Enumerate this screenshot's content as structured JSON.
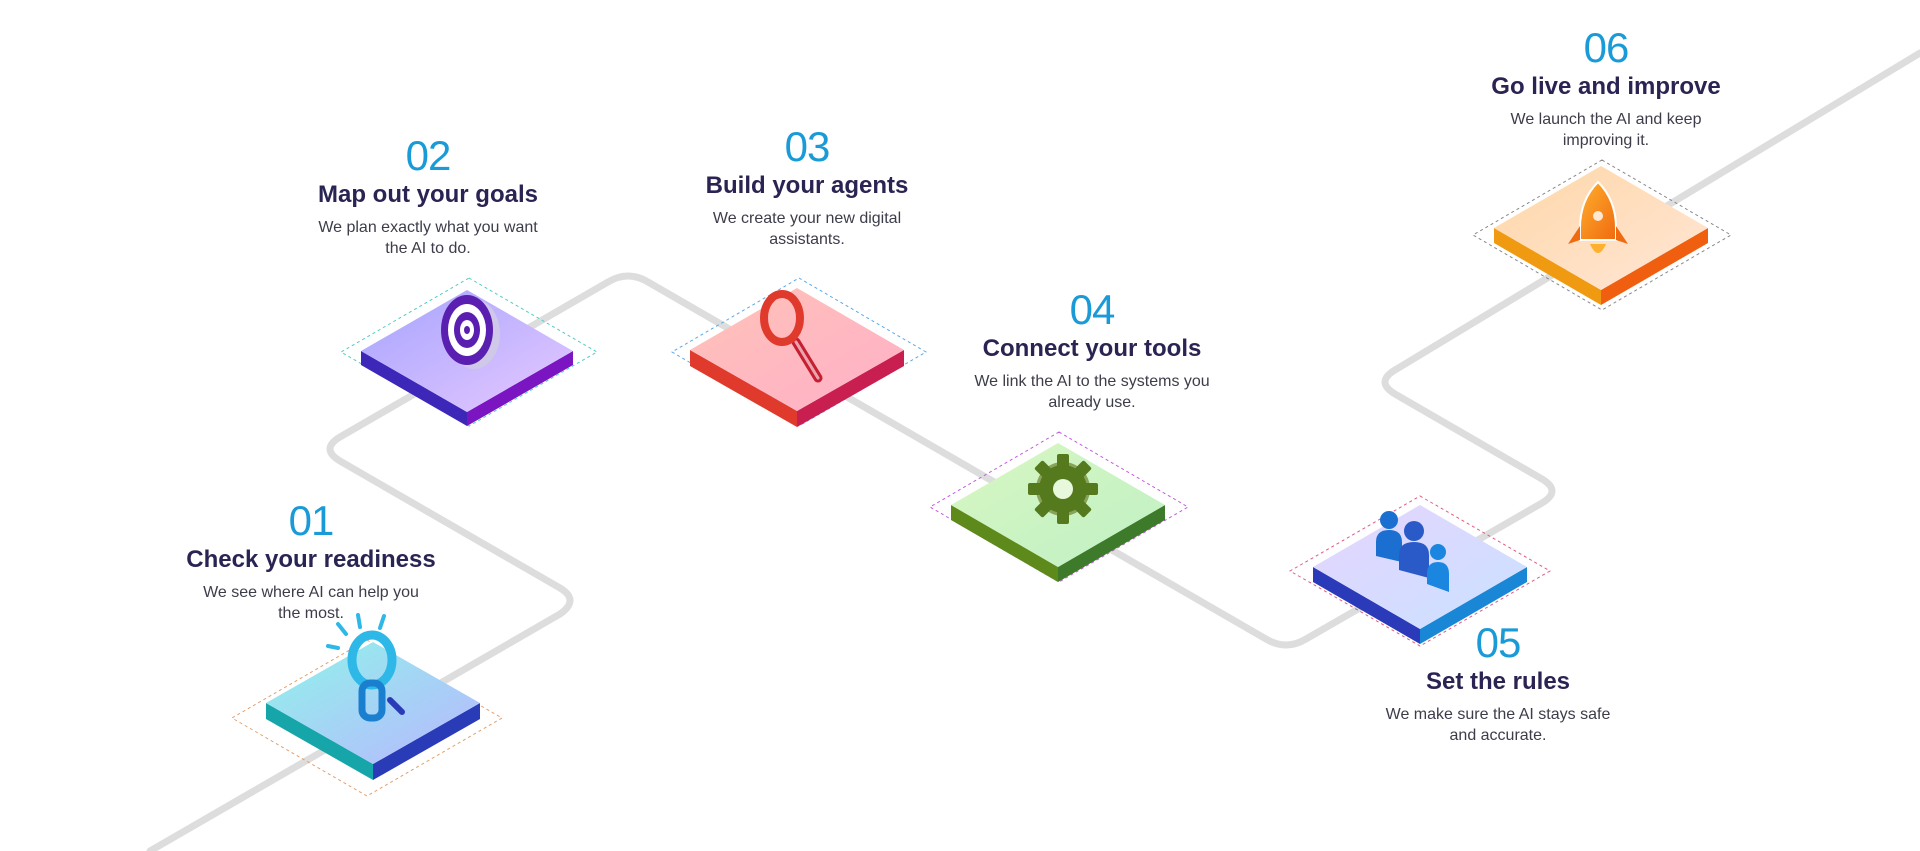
{
  "accent_number_color": "#1a9ad6",
  "title_color": "#2a2453",
  "path_color": "#dddddd",
  "steps": [
    {
      "number": "01",
      "title": "Check your readiness",
      "description": "We see where AI can help you the most.",
      "icon": "lightbulb-icon",
      "tile_colors": {
        "from": "#8ff4ea",
        "to": "#b9b6ff",
        "edge_left": "#16a5a8",
        "edge_right": "#2a3bb8"
      }
    },
    {
      "number": "02",
      "title": "Map out your goals",
      "description": "We plan exactly what you want the AI to do.",
      "icon": "target-icon",
      "tile_colors": {
        "from": "#a6a3ff",
        "to": "#e6c9ff",
        "edge_left": "#3c27b8",
        "edge_right": "#7b15c1"
      }
    },
    {
      "number": "03",
      "title": "Build your agents",
      "description": "We create your new digital assistants.",
      "icon": "magnifier-icon",
      "tile_colors": {
        "from": "#ffc2b8",
        "to": "#ffb0c8",
        "edge_left": "#e03a2c",
        "edge_right": "#c81e50"
      }
    },
    {
      "number": "04",
      "title": "Connect your tools",
      "description": "We link the AI to the systems you already use.",
      "icon": "gear-icon",
      "tile_colors": {
        "from": "#d8f7c2",
        "to": "#c8f5c8",
        "edge_left": "#5e8a1c",
        "edge_right": "#3d7a2a"
      }
    },
    {
      "number": "05",
      "title": "Set the rules",
      "description": "We make sure the AI stays safe and accurate.",
      "icon": "team-icon",
      "tile_colors": {
        "from": "#e6d4ff",
        "to": "#c9e2ff",
        "edge_left": "#2a3ab8",
        "edge_right": "#1a86d6"
      }
    },
    {
      "number": "06",
      "title": "Go live and improve",
      "description": "We launch the AI and keep improving it.",
      "icon": "rocket-icon",
      "tile_colors": {
        "from": "#ffd7a8",
        "to": "#ffe0cc",
        "edge_left": "#f09a12",
        "edge_right": "#f05f10"
      }
    }
  ]
}
